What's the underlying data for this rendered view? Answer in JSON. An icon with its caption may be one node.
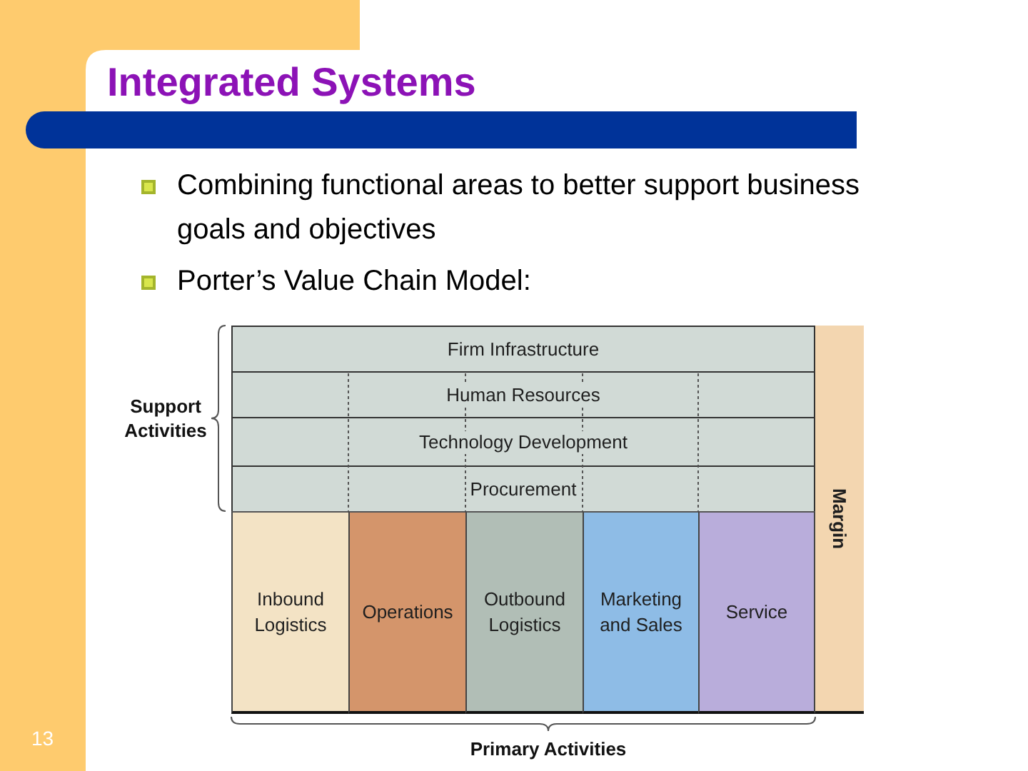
{
  "diagram": {
    "title": "Integrated Systems",
    "nodes": [
      {
        "text": [
          "Firm Infrastructure"
        ]
      },
      {
        "text": [
          "Human Resources"
        ]
      },
      {
        "text": [
          "Technology Development"
        ]
      },
      {
        "text": [
          "Procurement"
        ]
      },
      {
        "text": [
          "Inbound Logistics"
        ]
      },
      {
        "text": [
          "Operations"
        ]
      },
      {
        "text": [
          "Outbound Logistics"
        ]
      },
      {
        "text": [
          "Marketing and Sales"
        ]
      },
      {
        "text": [
          "Service"
        ]
      },
      {
        "text": [
          "Margin"
        ]
      }
    ],
    "labels": [
      "Combining functional areas to better support business goals and objectives",
      "Porter’s Value Chain Model:",
      "Support Activities",
      "Primary Activities",
      "13"
    ]
  }
}
